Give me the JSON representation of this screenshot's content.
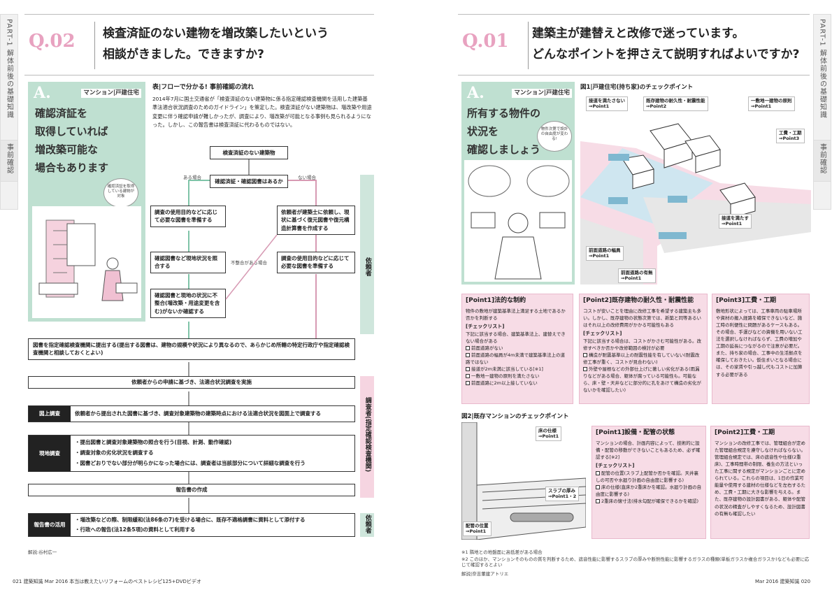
{
  "left": {
    "side_tab": "PART-1 解体前後の基礎知識",
    "side_tab2": "事前確認",
    "q_num": "Q.02",
    "q_title_1": "検査済証のない建物を増改築したいという",
    "q_title_2": "相談がきました。できますか?",
    "a_head": "A.",
    "a_tag": "マンション|戸建住宅",
    "a_text_1": "確認済証を",
    "a_text_2": "取得していれば",
    "a_text_3": "増改築可能な",
    "a_text_4": "場合もあります",
    "a_bubble": "確認済証を取得している建物が対象",
    "table_title": "表|フローで分かる! 事前確認の流れ",
    "intro": "2014年7月に国土交通省が「検査済証のない建築物に係る指定確認検査機関を活用した建築基準法適合状況調査のためのガイドライン」を策定した。検査済証がない建築物は、増改築や用途変更に伴う確認申請が難しかったが、調査により、増改築が可能となる事例も見られるようになった。しかし、この報告書は検査済証に代わるものではない。",
    "flow": {
      "start": "検査済証のない建築物",
      "q1": "確認済証・確認図書はあるか",
      "yes": "ある場合",
      "no": "ない場合",
      "y1": "調査の使用目的などに応じて必要な図書を準備する",
      "y2": "確認図書など現地状況を照合する",
      "y3": "確認図書と現地の状況に不整合(増改築・用途変更を含む)がないか確認する",
      "mismatch": "不整合がある場合",
      "n1": "依頼者が建築士に依頼し、現状に基づく復元図書や復元構造計算書を作成する",
      "n2": "調査の使用目的などに応じて必要な図書を準備する",
      "submit": "図書を指定確認検査機関に提出する(提出する図書は、建物の規模や状況により異なるので、あらかじめ所轄の特定行政庁や指定確認検査機関と相談しておくとよい)",
      "survey": "依頼者からの申請に基づき、法適合状況調査を実施",
      "desk_lbl": "図上調査",
      "desk": "依頼者から提出された図書に基づき、調査対象建築物の建築時点における法適合状況を図面上で調査する",
      "field_lbl": "現地調査",
      "field_1": "・提出図書と調査対象建築物の照合を行う(目視、計測、動作確認)",
      "field_2": "・調査対象の劣化状況を調査する",
      "field_3": "・図書どおりでない部分が明らかになった場合には、調査者は当該部分について詳細な調査を行う",
      "report": "報告書の作成",
      "use_lbl": "報告書の活用",
      "use_1": "・増改築などの際、制限緩和(法86条の7)を受ける場合に、既存不適格調書に資料として添付する",
      "use_2": "・行政への報告(法12条5項)の資料として利用する",
      "side_1": "依頼者",
      "side_2": "調査者(指定確認検査機関)",
      "side_3": "依頼者"
    },
    "credit": "解説:谷村広一",
    "footer": "021 建築知識 Mar 2016  本当は教えたいリフォームのベストレシピ125+DVDビデオ"
  },
  "right": {
    "side_tab": "PART-1 解体前後の基礎知識",
    "side_tab2": "事前確認",
    "q_num": "Q.01",
    "q_title_1": "建築主が建替えと改修で迷っています。",
    "q_title_2": "どんなポイントを押さえて説明すればよいですか?",
    "a_head": "A.",
    "a_tag": "マンション|戸建住宅",
    "a_text_1": "所有する物件の",
    "a_text_2": "状況を",
    "a_text_3": "確認しましょう",
    "a_bubble": "物件次第で設計の自由度が変わる!",
    "fig1_title": "図1|戸建住宅(持ち家)のチェックポイント",
    "fig1_labels": [
      {
        "t": "接道を満たさない",
        "p": "⇒Point1"
      },
      {
        "t": "既存建物の耐久性・耐震性能",
        "p": "⇒Point2"
      },
      {
        "t": "一敷地一建物の原則",
        "p": "⇒Point1"
      },
      {
        "t": "工費・工期",
        "p": "⇒Point3"
      },
      {
        "t": "接道を満たす",
        "p": "⇒Point1"
      },
      {
        "t": "前面道路の幅員",
        "p": "⇒Point1"
      },
      {
        "t": "前面道路の有無",
        "p": "⇒Point1"
      }
    ],
    "p1": {
      "title": "[Point1]法的な制約",
      "body": "物件の敷地が建築基準法上満足する土地であるか否かを判断する",
      "ck": "[チェックリスト]",
      "ck_intro": "下記に該当する場合、建築基準法上、建替えできない場合がある",
      "items": [
        "前面道路がない",
        "前面道路の幅員が4m未満で建築基準法上の道路ではない",
        "接道が2m未満に該当している[※1]",
        "一敷地一建物の原則を満たさない",
        "前面道路に2m以上接していない"
      ]
    },
    "p2": {
      "title": "[Point2]既存建物の耐久性・耐震性能",
      "body": "コストが安いことを理由に改修工事を希望する建築主も多い。しかし、既存建物の状態次第では、新築と同等あるいはそれ以上の改修費用がかかる可能性もある",
      "ck": "[チェックリスト]",
      "ck_intro": "下記に該当する場合は、コストがかさむ可能性がある。改修すべきか否かや改修範囲の検討が必要",
      "items": [
        "構造が耐震基準以上の耐震性能を有していない(耐震改修工事が重く、コストが見合わない)",
        "外壁や屋根などの外部仕上げに著しい劣化がある(雨漏りなどがある場合、躯体が腐っている可能性も。可能なら、床・壁・天井などに部分的に孔をあけて構造の劣化がないかを確認したい)"
      ]
    },
    "p3": {
      "title": "[Point3]工費・工期",
      "body": "敷地形状によっては、工事車両の駐車場所や資材の搬入経路を確保できないなど、施工時の利便性に問題があるケースもある。その場合、手運びなどの資機を用いない工法を選択しなければならず、工費の増加や工期の延長につながるので注意が必要だ。また、持ち家の場合、工事中の生活拠点を確保しておきたい。仮住まいとなる場合には、その家賃や引っ越し代もコストに加算する必要がある"
    },
    "fig2_title": "図2|既存マンションのチェックポイント",
    "fig2_labels": [
      {
        "t": "床の仕様",
        "p": "⇒Point1"
      },
      {
        "t": "スラブの厚み",
        "p": "⇒Point1・2"
      },
      {
        "t": "配管の位置",
        "p": "⇒Point1"
      }
    ],
    "m1": {
      "title": "[Point1]設備・配管の状態",
      "body": "マンションの場合、計画内容によって、技術的に設備・配管の移動ができないこともあるため、必ず確認する[※2]",
      "ck": "[チェックリスト]",
      "items": [
        "配管の位置(スラブ上配管か否かを確認。天井裏しの可否や水廻り計画の自由度に影響する)",
        "床の仕様(直床か2重床かを確認。水廻り計画の自由度に影響する)",
        "2重床の懐寸法(排水勾配が確保できるかを確認)"
      ]
    },
    "m2": {
      "title": "[Point2]工費・工期",
      "body": "マンションの改修工事では、管理組合が定めた管理組合規定を遵守しなければならない。管理組合規定では、床の遮音性や仕様(2重床)、工事時間帯の制限、養生の方法といった工事に関する規定がマンションごとに定められている。これらの項目は、1日の作業可能量や使用する建材の仕様などを左右するため、工費・工期に大きな影響を与える。また、既存建物の設計図書がある、躯体や配管の状況の精査がしやすくなるため、設計図書の有無も確認したい"
    },
    "note_1": "※1 隣地との地盤面に高低差がある場合",
    "note_2": "※2 このほか、マンションそのものの質を判断するため、遮音性能に影響するスラブの厚みや断熱性能に影響するガラスの種類(単板ガラスか複合ガラスか)なども必要に応じて確認するとよい",
    "credit": "解説|奈吉董建アトリエ",
    "footer": "Mar 2016 建築知識 020"
  }
}
